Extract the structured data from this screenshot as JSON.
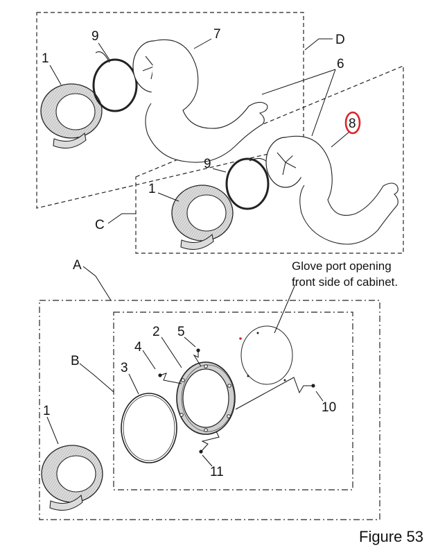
{
  "callouts": {
    "top_1": "1",
    "top_9": "9",
    "top_7": "7",
    "top_D": "D",
    "top_6": "6",
    "mid_8": "8",
    "mid_9": "9",
    "mid_1": "1",
    "mid_C": "C",
    "bot_A": "A",
    "bot_B": "B",
    "bot_1": "1",
    "bot_3": "3",
    "bot_4": "4",
    "bot_2": "2",
    "bot_5": "5",
    "bot_10": "10",
    "bot_11": "11"
  },
  "note": {
    "line1": "Glove port opening",
    "line2": "front side of cabinet."
  },
  "figure_label": "Figure 53",
  "colors": {
    "highlight": "#d9262b",
    "ring_fill": "#d8d8d8",
    "line": "#222222"
  }
}
